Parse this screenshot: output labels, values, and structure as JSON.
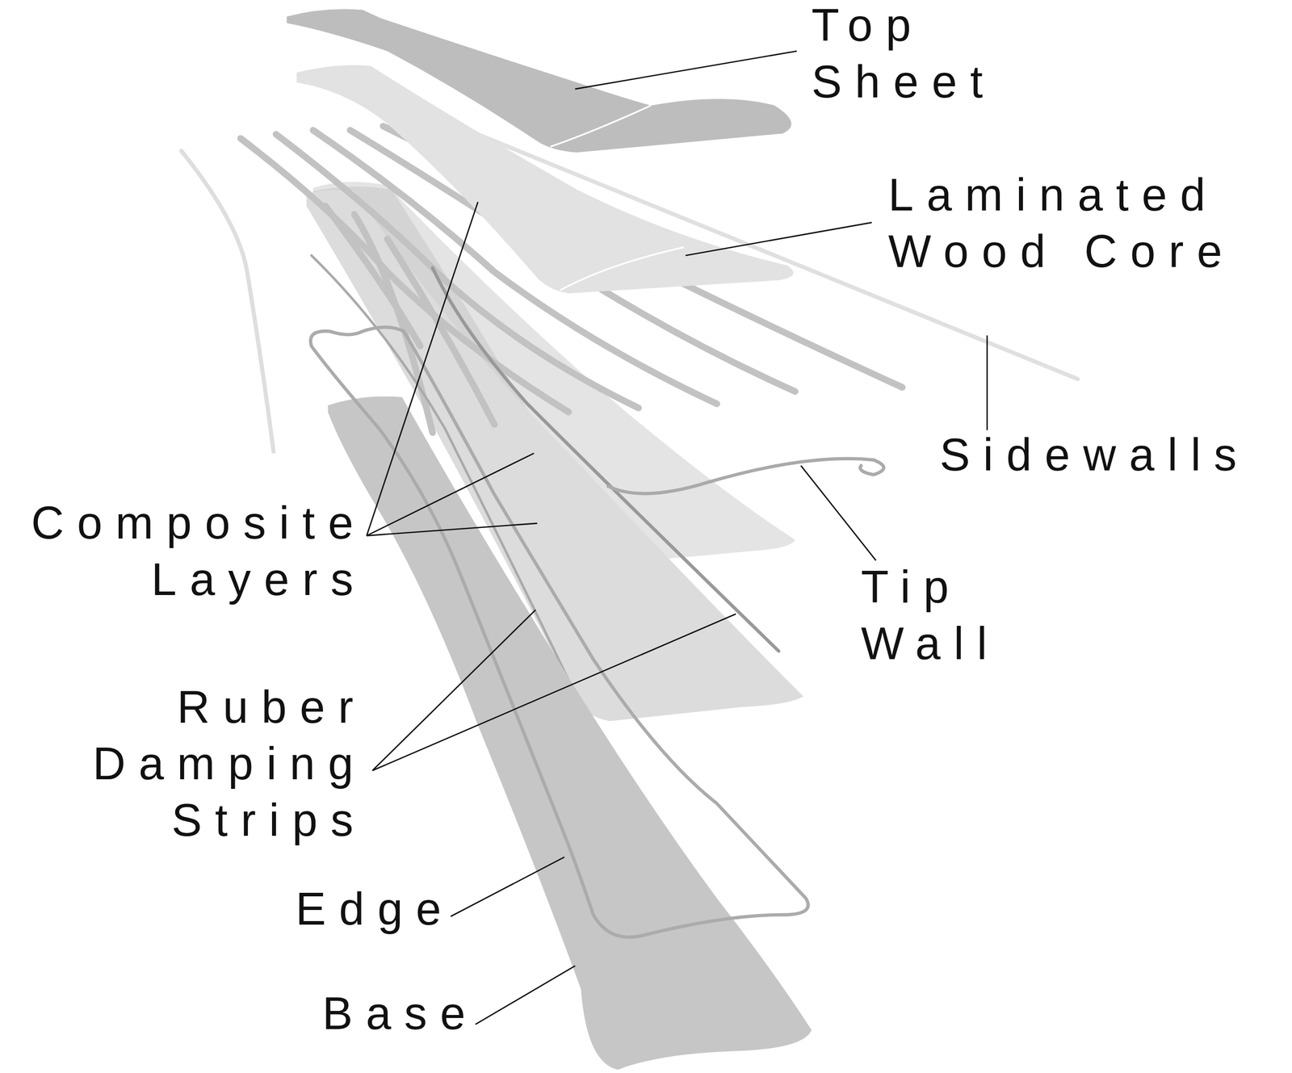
{
  "diagram": {
    "labels": [
      "Top Sheet",
      "Laminated Wood Core",
      "Sidewalls",
      "Composite Layers",
      "Tip Wall",
      "Ruber Damping Strips",
      "Edge",
      "Base"
    ]
  }
}
